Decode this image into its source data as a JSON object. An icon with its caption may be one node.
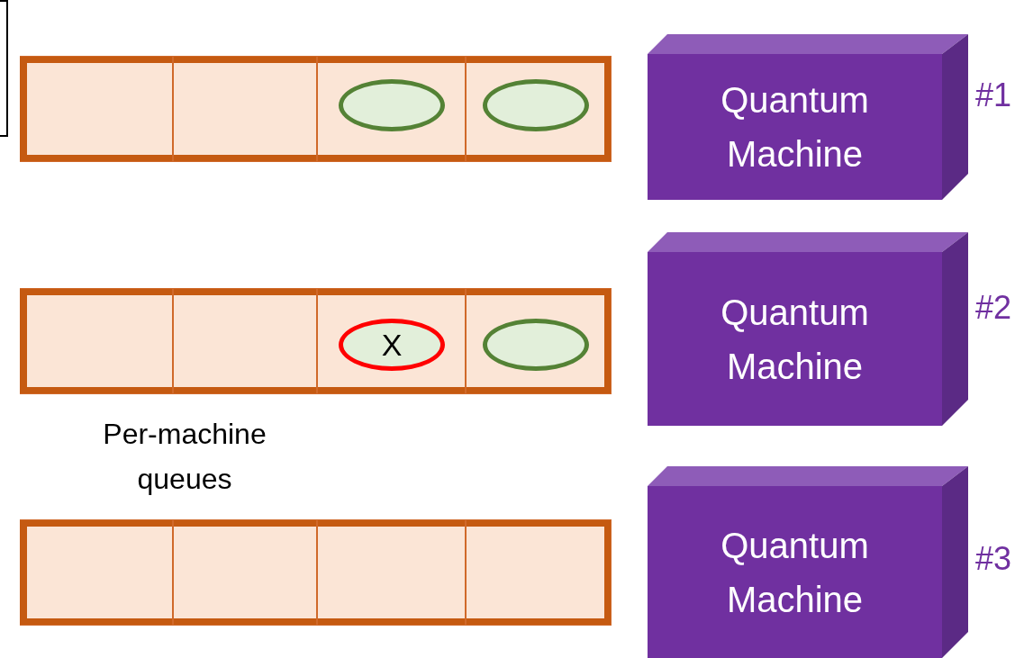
{
  "diagram": {
    "nodes": [
      {
        "text": [],
        "shape": "box"
      },
      {
        "text": [],
        "shape": "box"
      },
      {
        "text": [],
        "shape": "box",
        "in": 1
      },
      {
        "text": [],
        "shape": "box",
        "in": 1
      },
      {
        "text": [],
        "shape": "box",
        "in": 1
      },
      {
        "text": [],
        "shape": "box",
        "in": 1
      },
      {
        "text": [],
        "shape": "ellipse",
        "in": 4
      },
      {
        "text": [],
        "shape": "ellipse",
        "in": 5
      },
      {
        "text": [
          "Quantum Machine"
        ],
        "beside": [
          "#1"
        ]
      },
      {
        "text": [],
        "shape": "box"
      },
      {
        "text": [],
        "shape": "box",
        "in": 9
      },
      {
        "text": [],
        "shape": "box",
        "in": 9
      },
      {
        "text": [],
        "shape": "box",
        "in": 9
      },
      {
        "text": [],
        "shape": "box",
        "in": 9
      },
      {
        "text": [
          "X"
        ],
        "in": 12
      },
      {
        "text": [],
        "shape": "ellipse",
        "in": 13
      },
      {
        "text": [
          "Quantum Machine"
        ],
        "beside": [
          "#2"
        ]
      },
      {
        "text": [],
        "shape": "box"
      },
      {
        "text": [],
        "shape": "box",
        "in": 17
      },
      {
        "text": [],
        "shape": "box",
        "in": 17
      },
      {
        "text": [],
        "shape": "box",
        "in": 17
      },
      {
        "text": [],
        "shape": "box",
        "in": 17
      },
      {
        "text": [
          "Quantum Machine"
        ],
        "beside": [
          "#3"
        ]
      }
    ],
    "labels": [
      "Per-machine queues"
    ]
  }
}
